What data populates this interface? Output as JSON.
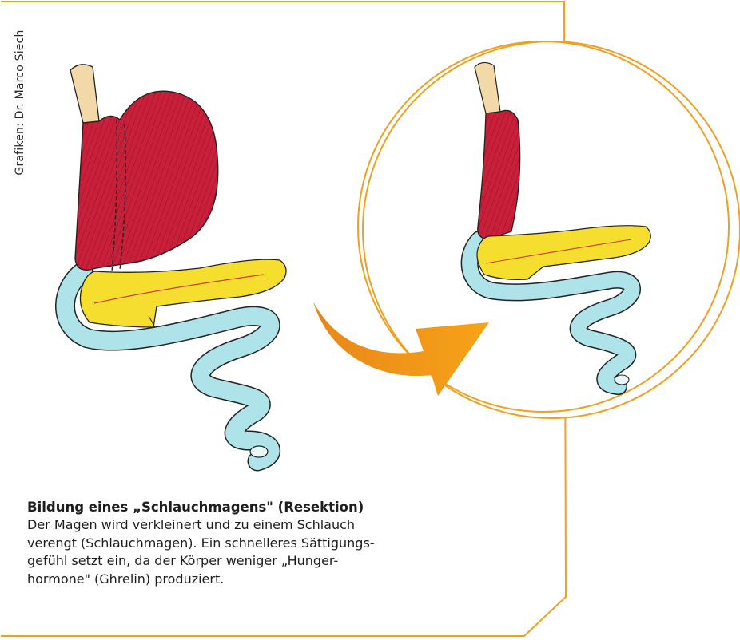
{
  "credit": "Grafiken: Dr. Marco Siech",
  "caption": {
    "title": "Bildung eines „Schlauchmagens\" (Resektion)",
    "body": "Der Magen wird verkleinert und zu einem Schlauch\nverengt (Schlauchmagen). Ein schnelleres Sättigungs-\ngefühl setzt ein, da der Körper weniger „Hunger-\nhormone\" (Ghrelin) produziert."
  },
  "colors": {
    "frame": "#f0a020",
    "arrow": "#f39a14",
    "stomach": "#c8203a",
    "esophagus": "#f3d9a8",
    "pancreas": "#f5de2e",
    "intestine": "#a9e2e9"
  }
}
